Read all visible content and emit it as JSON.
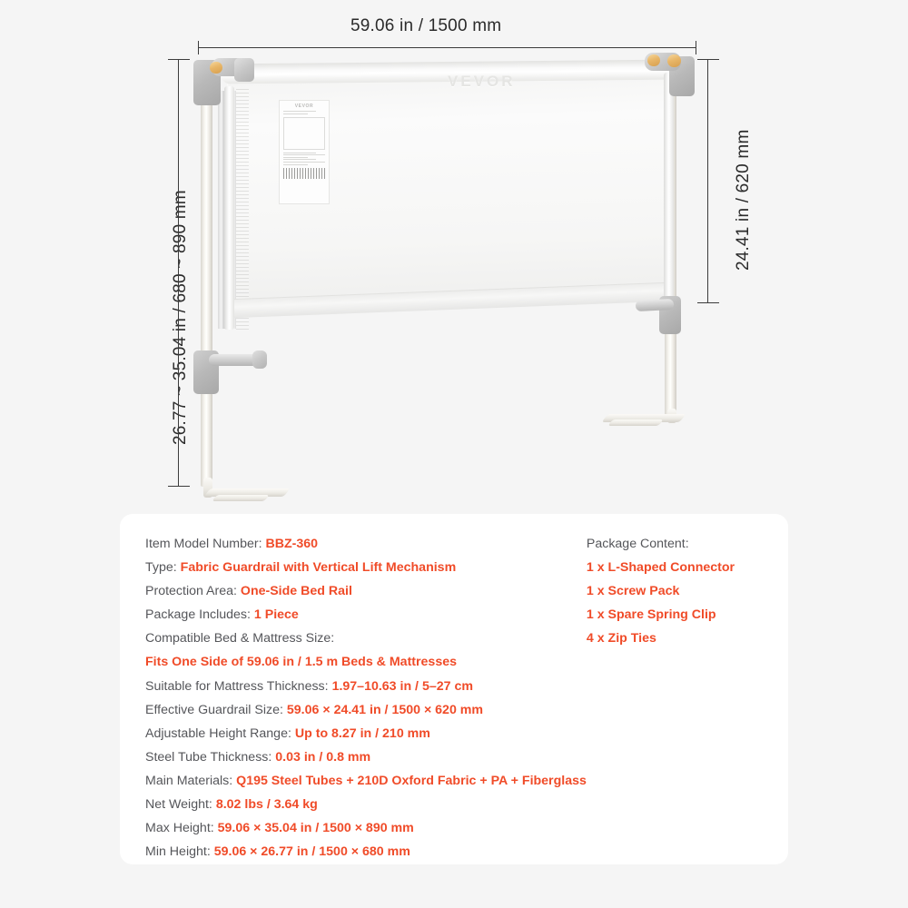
{
  "diagram": {
    "dimensions": {
      "width_top": "59.06 in / 1500 mm",
      "height_left": "26.77 ~ 35.04 in / 680 ~ 890 mm",
      "height_right": "24.41 in / 620 mm"
    },
    "brand_watermark": "VEVOR",
    "label_brand": "VEVOR"
  },
  "spec_card": {
    "left_column": [
      {
        "label": "Item Model Number:",
        "value": "BBZ-360"
      },
      {
        "label": "Type:",
        "value": "Fabric Guardrail with Vertical Lift Mechanism"
      },
      {
        "label": "Protection Area:",
        "value": "One-Side Bed Rail"
      },
      {
        "label": "Package Includes:",
        "value": "1 Piece"
      },
      {
        "label": "Compatible Bed & Mattress Size:",
        "value": ""
      },
      {
        "label": "",
        "value": "Fits One Side of 59.06 in / 1.5 m Beds & Mattresses"
      },
      {
        "label": "Suitable for Mattress Thickness:",
        "value": "1.97–10.63 in / 5–27 cm"
      },
      {
        "label": "Effective Guardrail Size:",
        "value": "59.06 × 24.41 in / 1500 × 620 mm"
      },
      {
        "label": "Adjustable Height Range:",
        "value": "Up to 8.27 in / 210 mm"
      },
      {
        "label": "Steel Tube Thickness:",
        "value": "0.03 in / 0.8 mm"
      },
      {
        "label": "Main Materials:",
        "value": "Q195 Steel Tubes + 210D Oxford Fabric + PA + Fiberglass"
      },
      {
        "label": "Net Weight:",
        "value": "8.02 lbs / 3.64 kg"
      },
      {
        "label": "Max Height:",
        "value": "59.06 × 35.04 in / 1500 × 890 mm"
      },
      {
        "label": "Min Height:",
        "value": "59.06 × 26.77 in / 1500 × 680 mm"
      }
    ],
    "right_column": {
      "heading": "Package Content:",
      "items": [
        "1 x L-Shaped Connector",
        "1 x Screw Pack",
        "1 x Spare Spring Clip",
        "4 x Zip Ties"
      ]
    }
  },
  "colors": {
    "accent": "#f04b28",
    "label_text": "#55565a",
    "background": "#f5f5f5",
    "card": "#ffffff",
    "dimension_line": "#3c3c3c"
  }
}
